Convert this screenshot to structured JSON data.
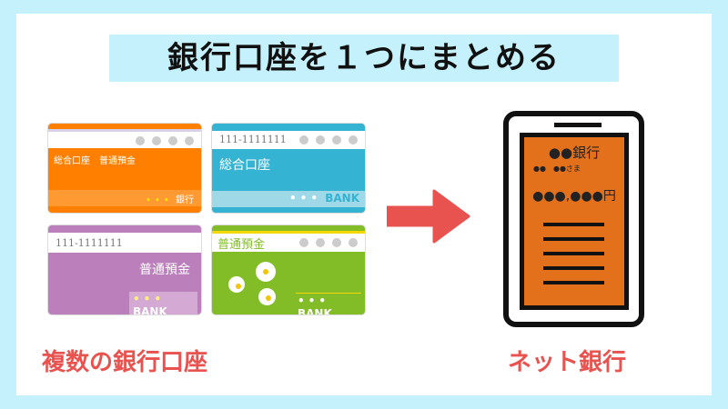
{
  "title": "銀行口座を１つにまとめる",
  "cards": [
    {
      "text": "総合口座　普通預金",
      "bank": "銀行",
      "color": "#ff8000"
    },
    {
      "number": "111-1111111",
      "text": "総合口座",
      "bank": "BANK",
      "color": "#35b3d3"
    },
    {
      "number": "111-1111111",
      "text": "普通預金",
      "bank": "BANK",
      "color": "#bb7fbc"
    },
    {
      "text": "普通預金",
      "bank": "BANK",
      "color": "#82bd27"
    }
  ],
  "phone": {
    "bank_name": "●●銀行",
    "customer": "●●　●●さま",
    "balance": "●●●,●●●円"
  },
  "labels": {
    "left": "複数の銀行口座",
    "right": "ネット銀行"
  },
  "colors": {
    "background": "#c4f1fb",
    "accent": "#e8524f"
  }
}
